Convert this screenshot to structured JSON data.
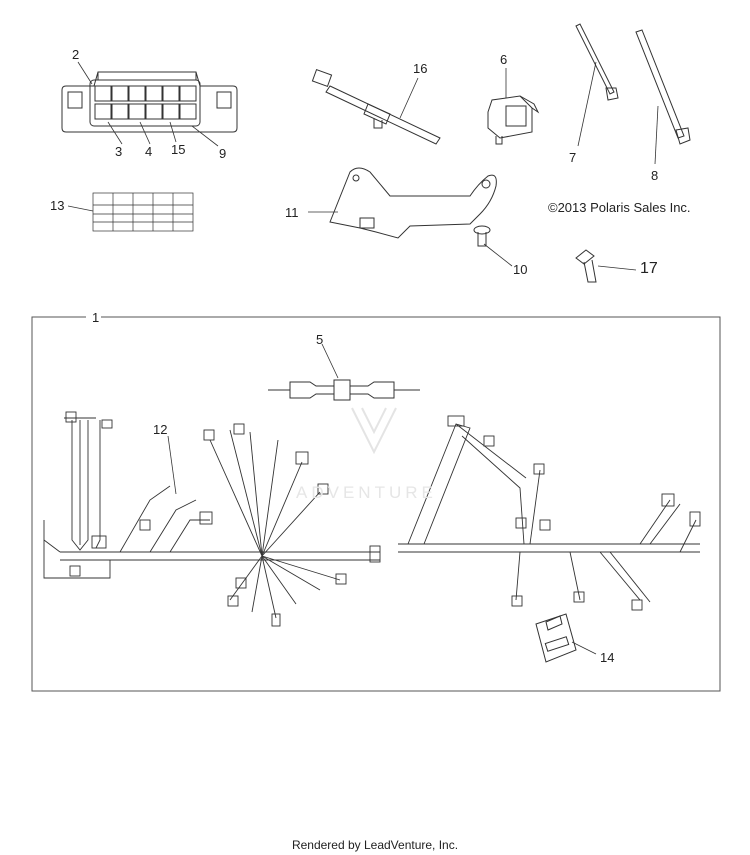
{
  "callouts": {
    "c1": "1",
    "c2": "2",
    "c3": "3",
    "c4": "4",
    "c5": "5",
    "c6": "6",
    "c7": "7",
    "c8": "8",
    "c9": "9",
    "c10": "10",
    "c11": "11",
    "c12": "12",
    "c13": "13",
    "c14": "14",
    "c15": "15",
    "c16": "16",
    "c17": "17"
  },
  "copyright": "©2013 Polaris Sales Inc.",
  "footer": "Rendered by LeadVenture, Inc.",
  "watermark": "ADVENTURE",
  "colors": {
    "line": "#333333",
    "watermark": "#e6e6e6"
  }
}
